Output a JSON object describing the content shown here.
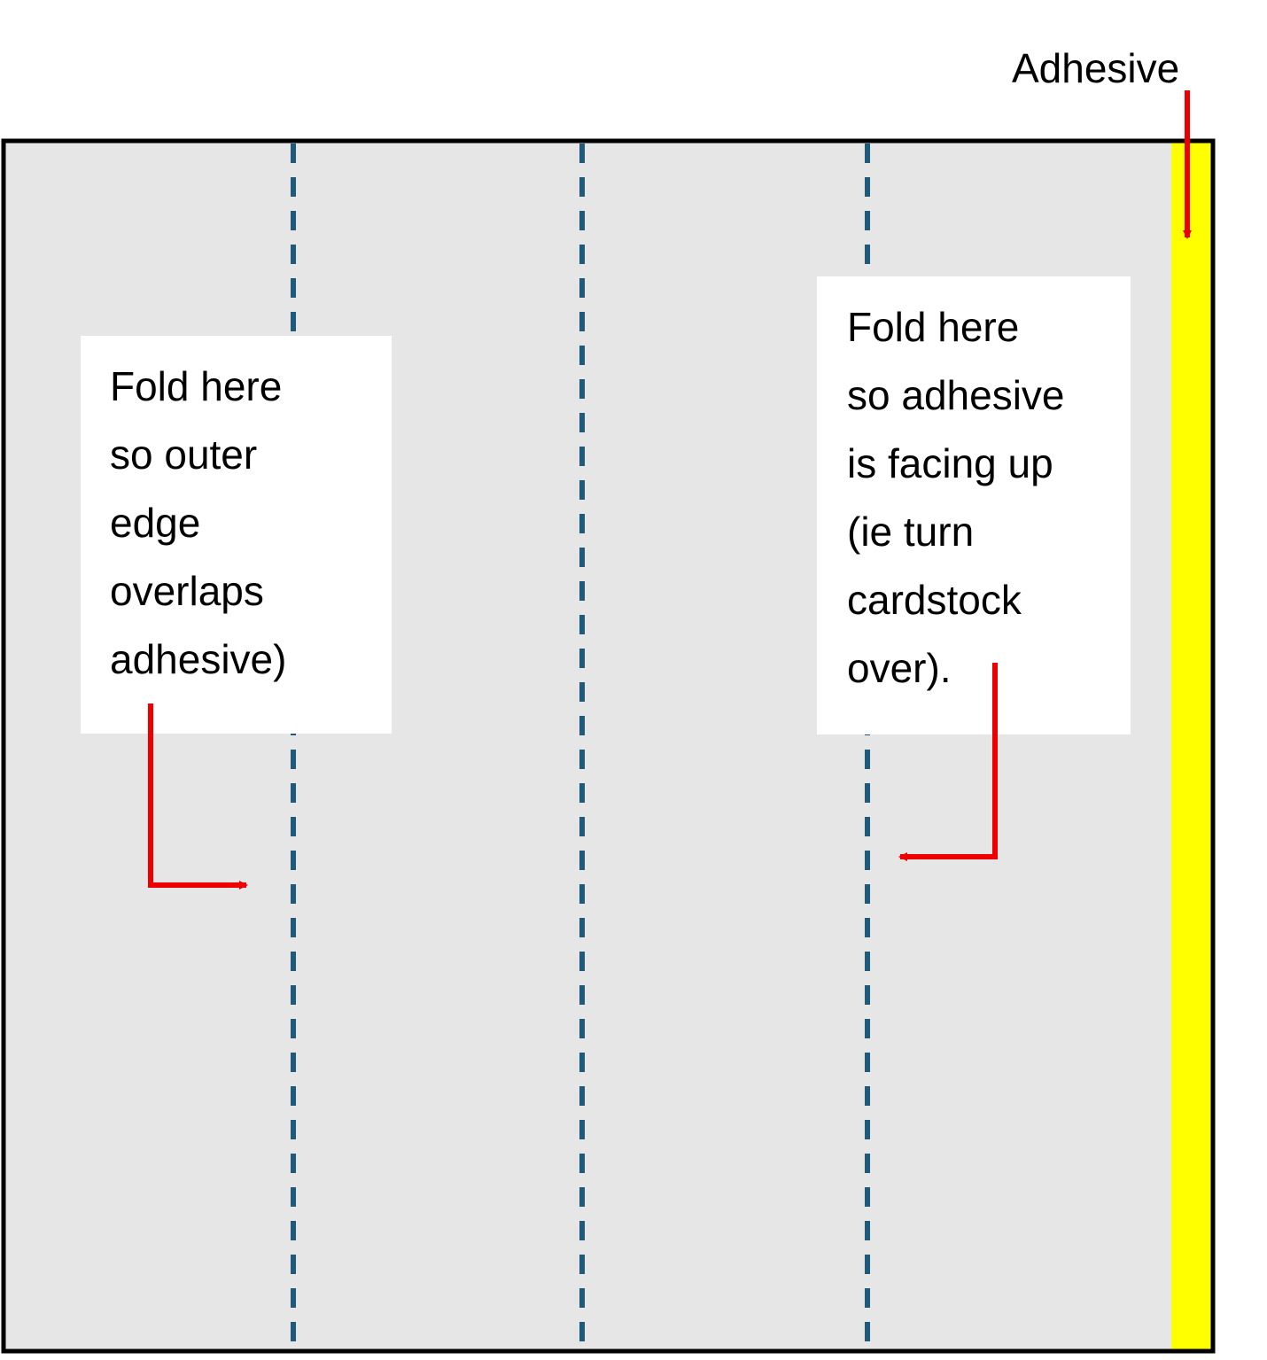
{
  "adhesive_label": "Adhesive",
  "left_note": {
    "lines": [
      "Fold here",
      "so outer",
      "edge",
      "overlaps",
      "adhesive)"
    ]
  },
  "right_note": {
    "lines": [
      "Fold here",
      "so adhesive",
      "is facing up",
      "(ie turn",
      "cardstock",
      "over)."
    ]
  },
  "colors": {
    "sheet": "#e6e6e6",
    "adhesive_strip": "#ffff00",
    "fold_line": "#1f5a7a",
    "arrow": "#ee0000",
    "border": "#000000"
  }
}
